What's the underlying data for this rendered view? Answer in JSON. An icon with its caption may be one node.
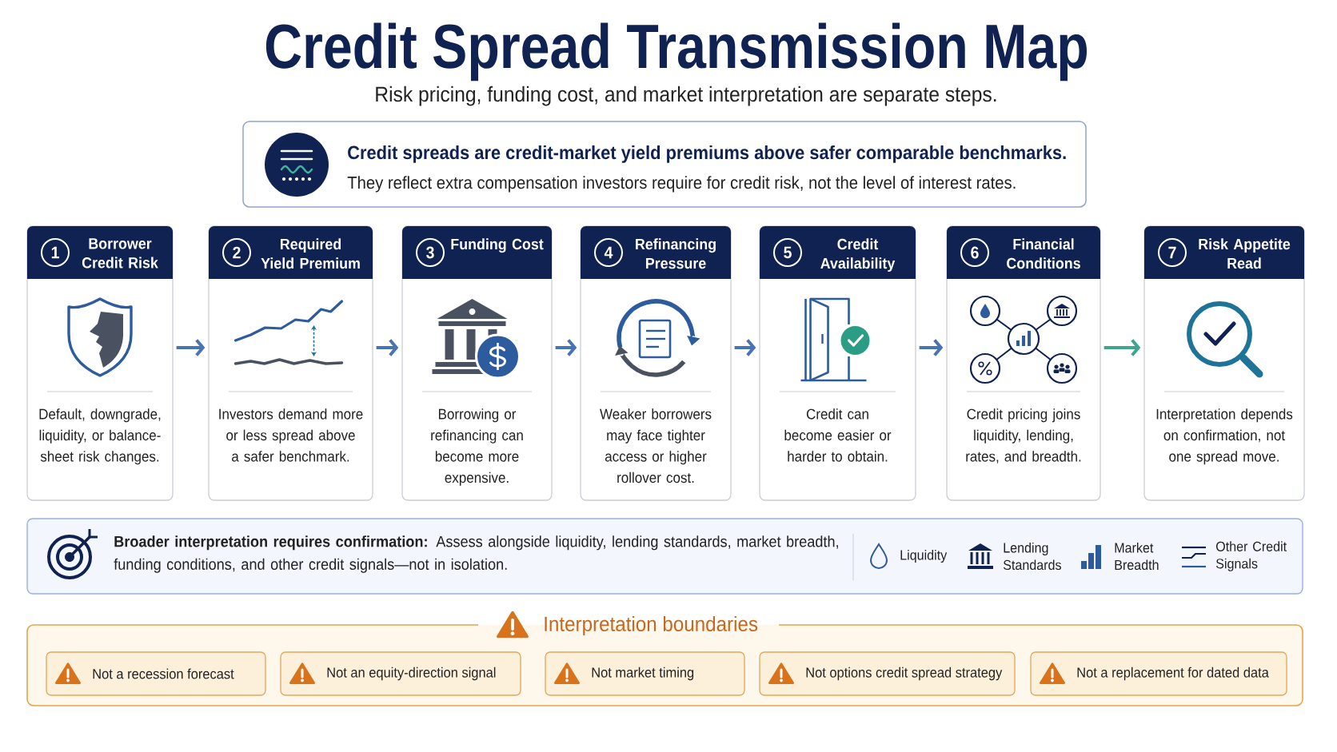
{
  "diagram": {
    "title": "Credit Spread Transmission Map",
    "nodes": [
      {
        "text": [
          "Credit spreads are credit-market yield premiums above safer comparable benchmarks.",
          "They reflect extra compensation investors require for credit risk, not the level of interest rates."
        ]
      },
      {
        "text": [
          "1",
          "Borrower Credit Risk",
          "Default, downgrade, liquidity, or balance-sheet risk changes."
        ]
      },
      {
        "text": [
          "2",
          "Required Yield Premium",
          "Investors demand more or less spread above a safer benchmark."
        ]
      },
      {
        "text": [
          "3",
          "Funding Cost",
          "Borrowing or refinancing can become more expensive."
        ]
      },
      {
        "text": [
          "4",
          "Refinancing Pressure",
          "Weaker borrowers may face tighter access or higher rollover cost."
        ]
      },
      {
        "text": [
          "5",
          "Credit Availability",
          "Credit can become easier or harder to obtain."
        ]
      },
      {
        "text": [
          "6",
          "Financial Conditions",
          "Credit pricing joins liquidity, lending, rates, and breadth."
        ]
      },
      {
        "text": [
          "7",
          "Risk Appetite Read",
          "Interpretation depends on confirmation, not one spread move."
        ]
      },
      {
        "text": [
          "**Broader interpretation requires confirmation:** Assess alongside liquidity, lending standards, market breadth, funding conditions, and other credit signals—not in isolation.",
          "Liquidity",
          "Lending Standards",
          "Market Breadth",
          "Other Credit Signals"
        ]
      },
      {
        "text": [
          "Interpretation boundaries"
        ]
      },
      {
        "text": [
          "Not a recession forecast"
        ],
        "in": 9
      },
      {
        "text": [
          "Not an equity-direction signal"
        ],
        "in": 9
      },
      {
        "text": [
          "Not market timing"
        ],
        "in": 9
      },
      {
        "text": [
          "Not options credit spread strategy"
        ],
        "in": 9
      },
      {
        "text": [
          "Not a replacement for dated data"
        ],
        "in": 9
      }
    ],
    "edges": [
      {
        "from": 1,
        "to": 2,
        "arrow": "to"
      },
      {
        "from": 2,
        "to": 3,
        "arrow": "to"
      },
      {
        "from": 3,
        "to": 4,
        "arrow": "to"
      },
      {
        "from": 4,
        "to": 5,
        "arrow": "to"
      },
      {
        "from": 5,
        "to": 6,
        "arrow": "to"
      },
      {
        "from": 6,
        "to": 7,
        "arrow": "to",
        "color": "#3fa58f"
      }
    ],
    "labels": [
      "Risk pricing, funding cost, and market interpretation are separate steps."
    ]
  }
}
